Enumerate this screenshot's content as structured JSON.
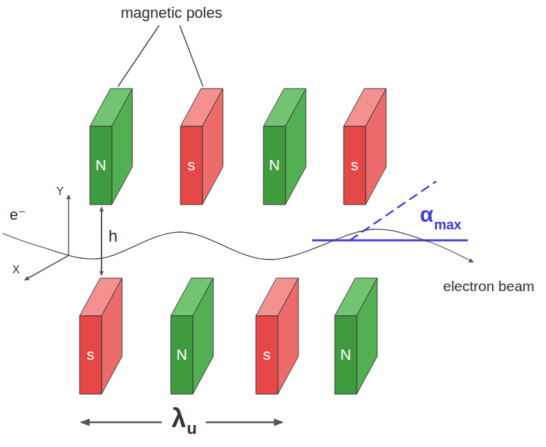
{
  "diagram": {
    "nodes": [
      {
        "text": [
          "N"
        ]
      },
      {
        "text": [
          "s"
        ]
      },
      {
        "text": [
          "N"
        ]
      },
      {
        "text": [
          "s"
        ]
      },
      {
        "text": [
          "s"
        ]
      },
      {
        "text": [
          "N"
        ]
      },
      {
        "text": [
          "s"
        ]
      },
      {
        "text": [
          "N"
        ]
      }
    ],
    "labels": [
      "magnetic poles",
      "Y",
      "X",
      "e⁻",
      "h",
      "α",
      "max",
      "electron beam",
      "λ",
      "u"
    ]
  }
}
